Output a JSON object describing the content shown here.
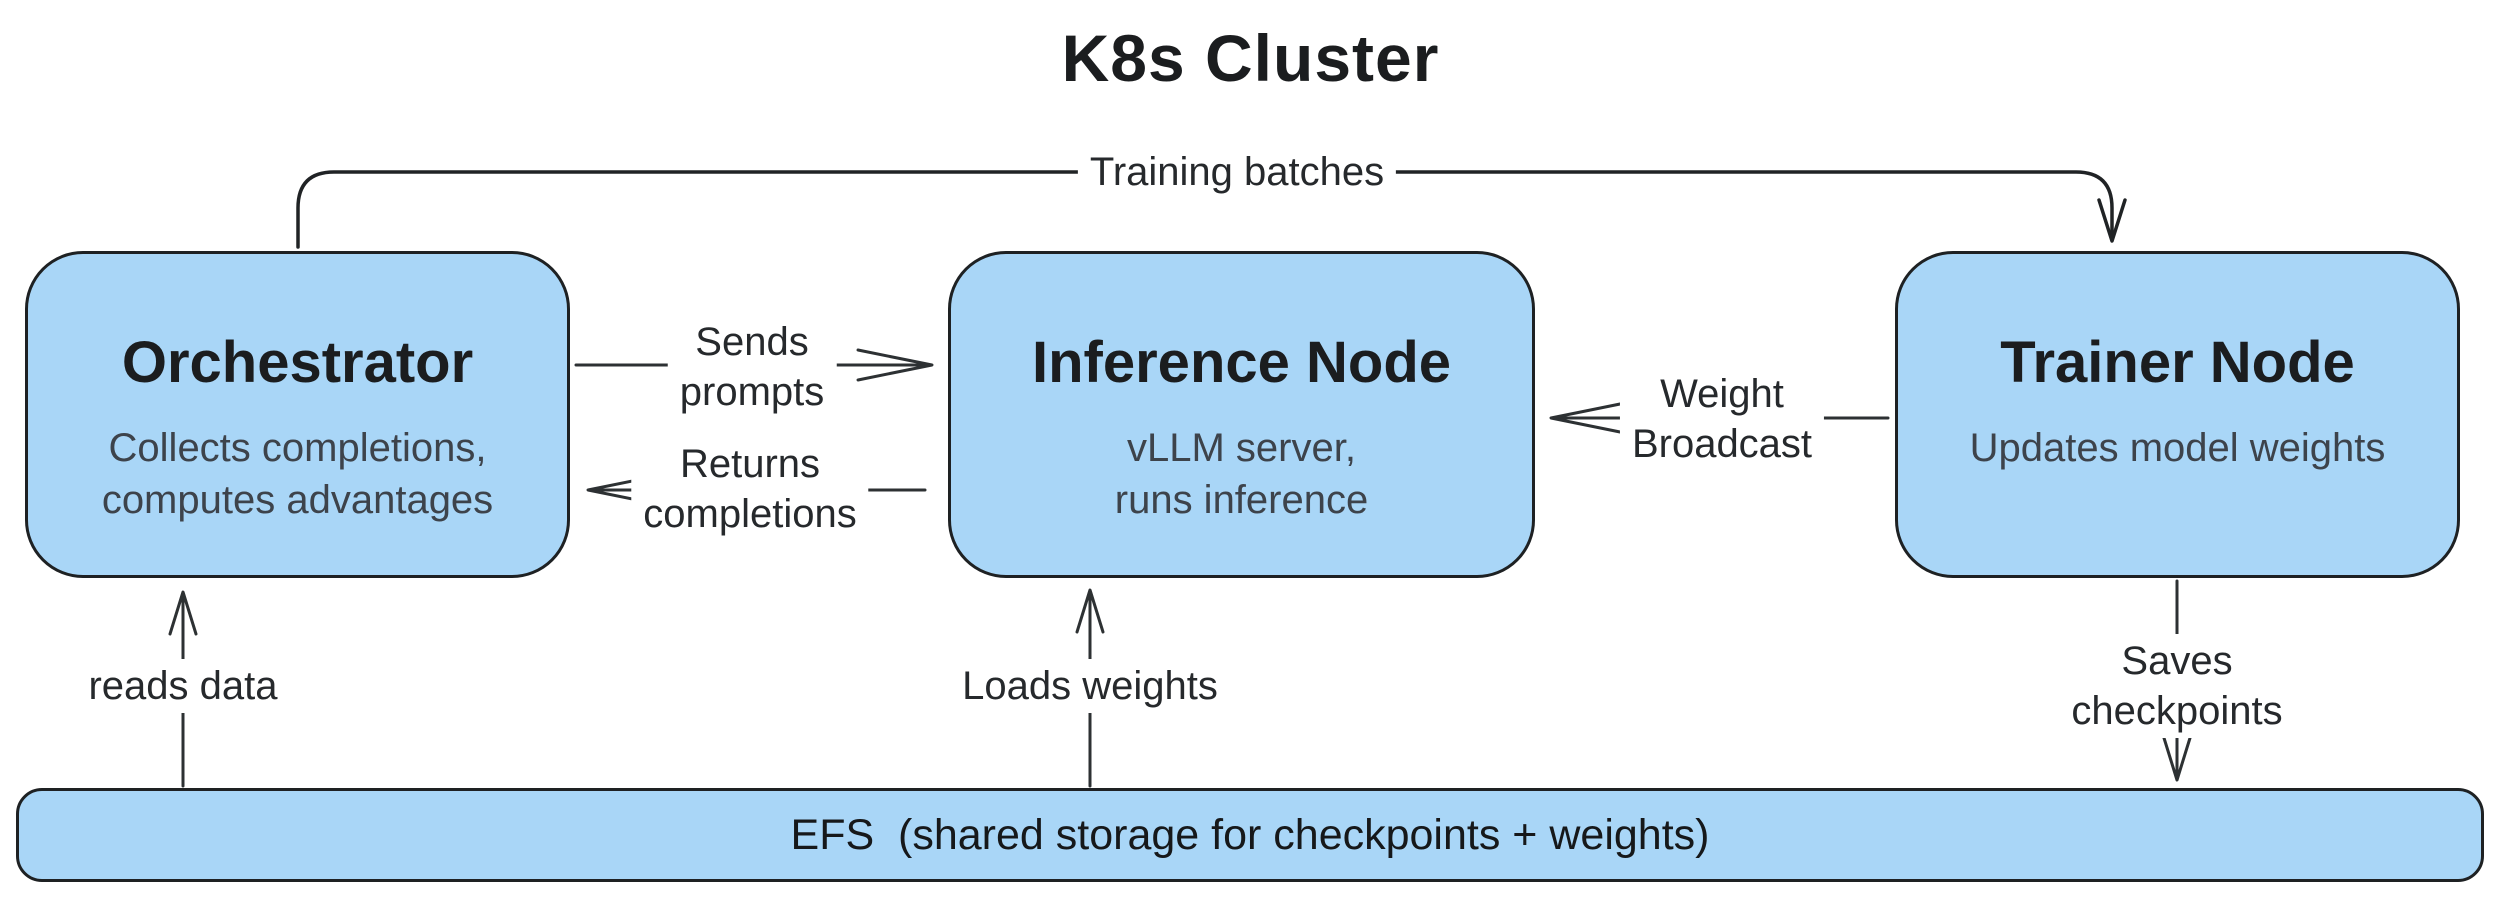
{
  "title": "K8s Cluster",
  "nodes": {
    "orchestrator": {
      "title": "Orchestrator",
      "subtitle": "Collects completions,\ncomputes advantages"
    },
    "inference": {
      "title": "Inference Node",
      "subtitle": "vLLM server,\nruns inference"
    },
    "trainer": {
      "title": "Trainer Node",
      "subtitle": "Updates model weights"
    },
    "efs": {
      "label": "EFS  (shared storage for checkpoints + weights)"
    }
  },
  "edges": {
    "training_batches": {
      "label": "Training batches",
      "from": "Orchestrator",
      "to": "Trainer Node"
    },
    "sends_prompts": {
      "label": "Sends\nprompts",
      "from": "Orchestrator",
      "to": "Inference Node"
    },
    "returns_completions": {
      "label": "Returns\ncompletions",
      "from": "Inference Node",
      "to": "Orchestrator"
    },
    "weight_broadcast": {
      "label": "Weight\nBroadcast",
      "from": "Trainer Node",
      "to": "Inference Node"
    },
    "reads_data": {
      "label": "reads data",
      "from": "EFS",
      "to": "Orchestrator"
    },
    "loads_weights": {
      "label": "Loads weights",
      "from": "EFS",
      "to": "Inference Node"
    },
    "saves_checkpoints": {
      "label": "Saves checkpoints",
      "from": "Trainer Node",
      "to": "EFS"
    }
  },
  "colors": {
    "background": "#ffffff",
    "node_fill": "#a9d6f7",
    "node_border": "#1e2123",
    "connector": "#2d3133",
    "title_text": "#1b1d1f",
    "subtitle_text": "#3d434b"
  }
}
